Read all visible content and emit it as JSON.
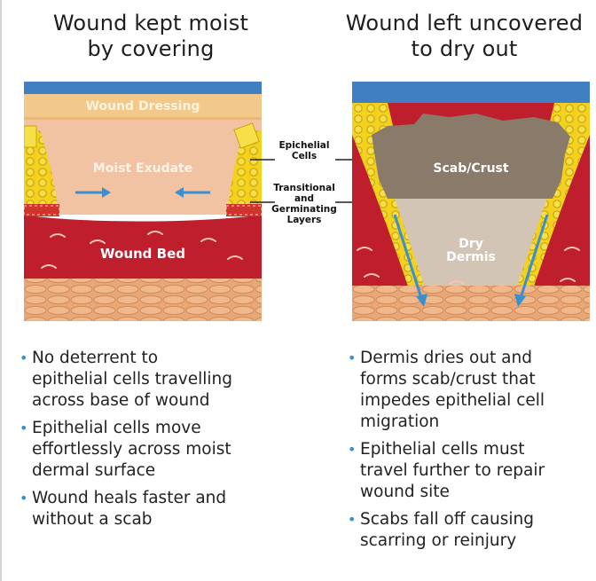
{
  "left": {
    "title_line1": "Wound kept moist",
    "title_line2": "by covering",
    "labels": {
      "dressing": "Wound Dressing",
      "exudate": "Moist Exudate",
      "bed": "Wound Bed"
    },
    "bullets": [
      [
        "No deterrent to",
        "epithelial cells travelling",
        "across base of wound"
      ],
      [
        "Epithelial cells move",
        "effortlessly across moist",
        "dermal surface"
      ],
      [
        "Wound heals faster and",
        "without a scab"
      ]
    ]
  },
  "right": {
    "title_line1": "Wound left uncovered",
    "title_line2": "to dry out",
    "labels": {
      "scab": "Scab/Crust",
      "dry_line1": "Dry",
      "dry_line2": "Dermis"
    },
    "bullets": [
      [
        "Dermis dries out and",
        "forms scab/crust that",
        "impedes epithelial cell",
        "migration"
      ],
      [
        "Epithelial cells must",
        "travel further to repair",
        "wound site"
      ],
      [
        "Scabs fall off causing",
        "scarring or reinjury"
      ]
    ]
  },
  "middle": {
    "epithelial_line1": "Epichelial",
    "epithelial_line2": "Cells",
    "transitional_line1": "Transitional",
    "transitional_line2": "and",
    "transitional_line3": "Germinating",
    "transitional_line4": "Layers"
  },
  "bullet_symbol": "•",
  "colors": {
    "sky": "#3f7fc2",
    "dressing": "#f3c98b",
    "exudate": "#f2c3a3",
    "bed": "#bf1e2d",
    "fat": "#f2d21f",
    "scab": "#8a7a6a",
    "dry_dermis": "#d3c5b6",
    "arrow": "#3a8fd0"
  }
}
